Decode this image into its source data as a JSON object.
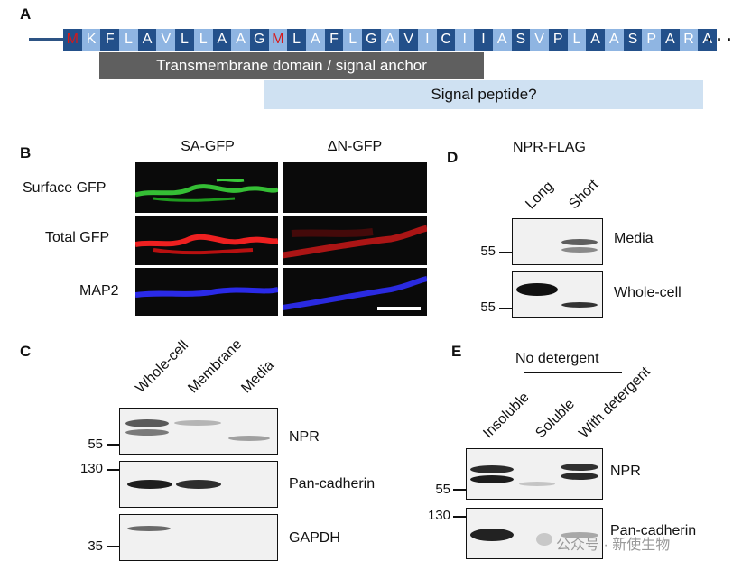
{
  "panels": {
    "a": {
      "label": "A"
    },
    "b": {
      "label": "B"
    },
    "c": {
      "label": "C"
    },
    "d": {
      "label": "D"
    },
    "e": {
      "label": "E"
    }
  },
  "sequence": {
    "residues": [
      "M",
      "K",
      "F",
      "L",
      "A",
      "V",
      "L",
      "L",
      "A",
      "A",
      "G",
      "M",
      "L",
      "A",
      "F",
      "L",
      "G",
      "A",
      "V",
      "I",
      "C",
      "I",
      "I",
      "A",
      "S",
      "V",
      "P",
      "L",
      "A",
      "A",
      "S",
      "P",
      "A",
      "R",
      "A"
    ],
    "ellipsis": "· · ·",
    "tm_label": "Transmembrane domain / signal anchor",
    "sp_label": "Signal peptide?"
  },
  "panel_b": {
    "col1": "SA-GFP",
    "col2": "ΔN-GFP",
    "row1": "Surface GFP",
    "row2": "Total GFP",
    "row3": "MAP2"
  },
  "panel_c": {
    "lane1": "Whole-cell",
    "lane2": "Membrane",
    "lane3": "Media",
    "blot1": "NPR",
    "blot2": "Pan-cadherin",
    "blot3": "GAPDH",
    "mw1": "55",
    "mw2": "130",
    "mw3": "35"
  },
  "panel_d": {
    "title": "NPR-FLAG",
    "lane1": "Long",
    "lane2": "Short",
    "blot1": "Media",
    "blot2": "Whole-cell",
    "mw1": "55",
    "mw2": "55"
  },
  "panel_e": {
    "group": "No detergent",
    "lane1": "Insoluble",
    "lane2": "Soluble",
    "lane3": "With detergent",
    "blot1": "NPR",
    "blot2": "Pan-cadherin",
    "mw1": "55",
    "mw2": "130"
  },
  "watermark": "公众号 · 新使生物",
  "colors": {
    "seq_dark": "#23508a",
    "seq_light": "#8fb5e2",
    "tm_box": "#5f5f5f",
    "sp_box": "#cfe1f2",
    "highlight_red": "#d81818"
  }
}
